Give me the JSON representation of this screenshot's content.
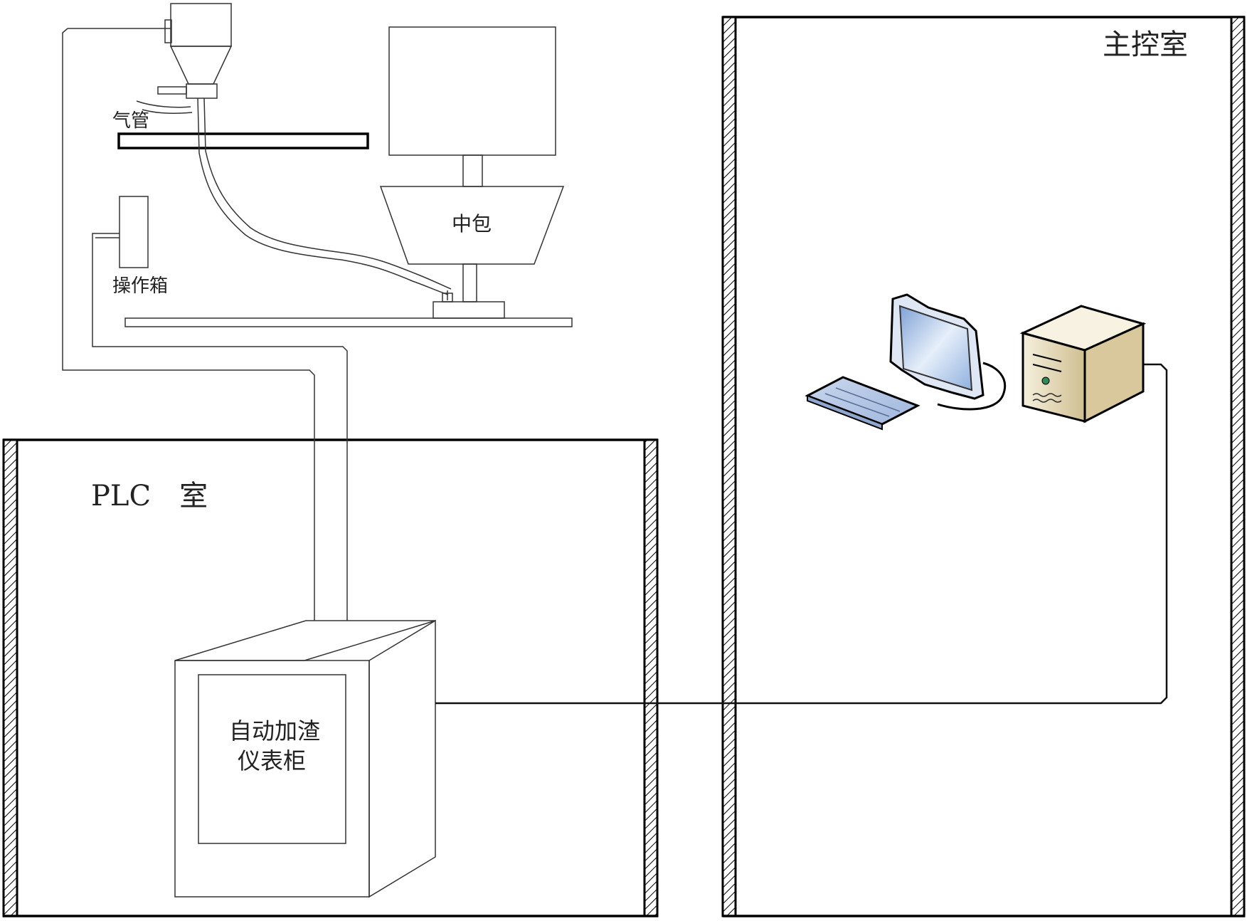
{
  "labels": {
    "main_control_room": "主控室",
    "plc_room": "PLC　室",
    "air_pipe": "气管",
    "operation_box": "操作箱",
    "tundish": "中包",
    "cabinet_line1": "自动加渣",
    "cabinet_line2": "仪表柜"
  },
  "colors": {
    "line": "#000000",
    "monitor_screen": "#a9c4e8",
    "pc_case": "#e8dcb8"
  },
  "icons": [
    "monitor-icon",
    "keyboard-icon",
    "pc-tower-icon"
  ]
}
